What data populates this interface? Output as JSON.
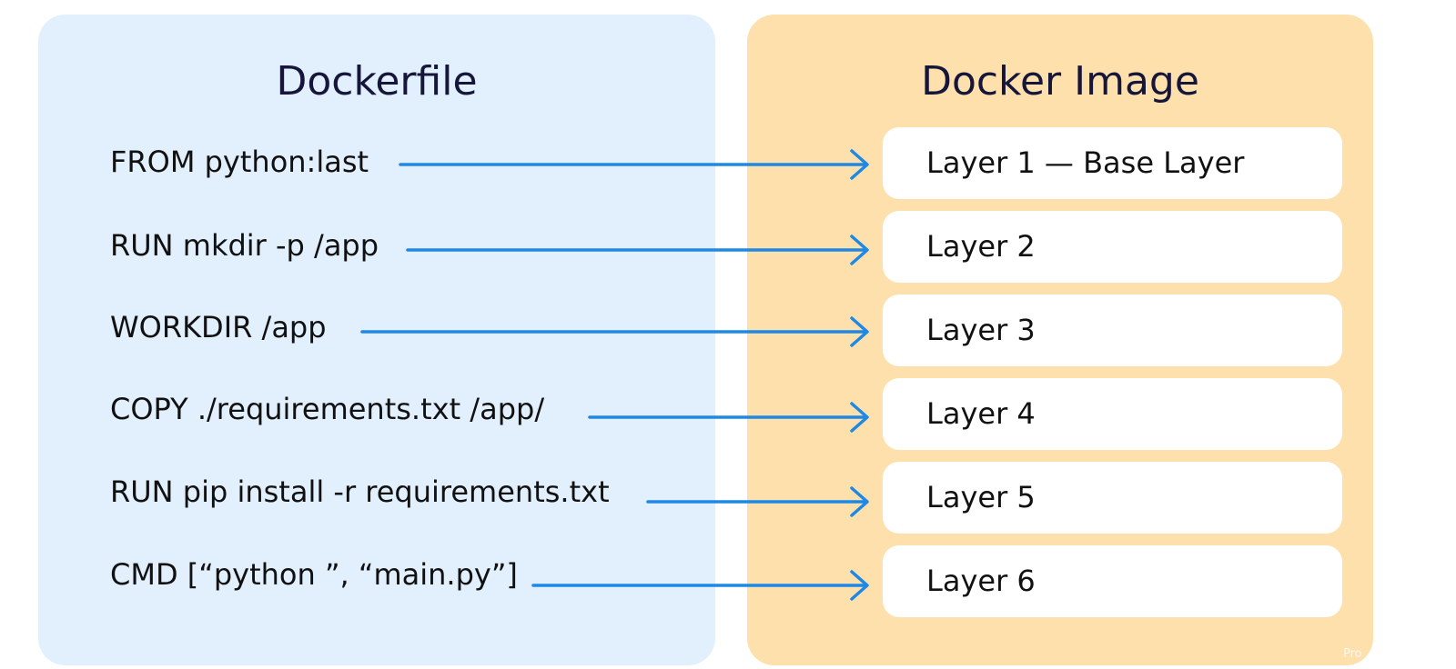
{
  "dockerfile": {
    "title": "Dockerfile",
    "instructions": [
      "FROM python:last",
      "RUN mkdir -p /app",
      "WORKDIR /app",
      "COPY ./requirements.txt /app/",
      "RUN pip install -r requirements.txt",
      "CMD [“python ”, “main.py”]"
    ]
  },
  "image": {
    "title": "Docker Image",
    "layers": [
      "Layer 1 — Base Layer",
      "Layer 2",
      "Layer 3",
      "Layer 4",
      "Layer 5",
      "Layer 6"
    ]
  },
  "watermark": "Pro",
  "colors": {
    "dockerfile_bg": "#e2effd",
    "image_bg": "#fde0ac",
    "arrow": "#1e88e5"
  },
  "icons": {
    "connector": "arrow-right-icon"
  }
}
